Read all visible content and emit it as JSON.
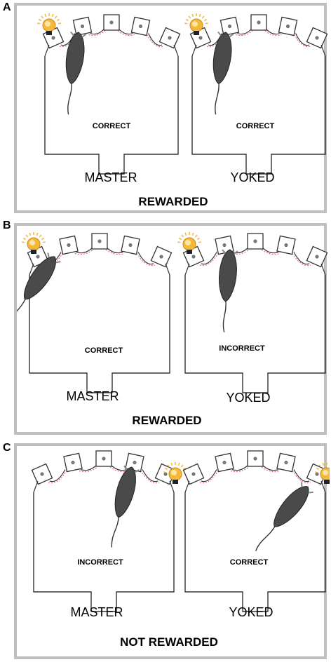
{
  "panels": [
    {
      "letter": "A",
      "outcome": "REWARDED",
      "chambers": [
        {
          "condition": "MASTER",
          "response": "CORRECT",
          "light_hole": 1
        },
        {
          "condition": "YOKED",
          "response": "CORRECT",
          "light_hole": 1
        }
      ]
    },
    {
      "letter": "B",
      "outcome": "REWARDED",
      "chambers": [
        {
          "condition": "MASTER",
          "response": "CORRECT",
          "light_hole": 1
        },
        {
          "condition": "YOKED",
          "response": "INCORRECT",
          "light_hole": 1
        }
      ]
    },
    {
      "letter": "C",
      "outcome": "NOT REWARDED",
      "chambers": [
        {
          "condition": "MASTER",
          "response": "INCORRECT",
          "light_hole": 5
        },
        {
          "condition": "YOKED",
          "response": "CORRECT",
          "light_hole": 5
        }
      ]
    }
  ],
  "colors": {
    "panel_border": "#bfbfbf",
    "chamber_stroke": "#333333",
    "divider": "#e05a6a",
    "rat": "#4a4a4a",
    "bulb": "#f5b93a"
  },
  "icons": [
    "light-bulb-icon",
    "rat-icon"
  ]
}
